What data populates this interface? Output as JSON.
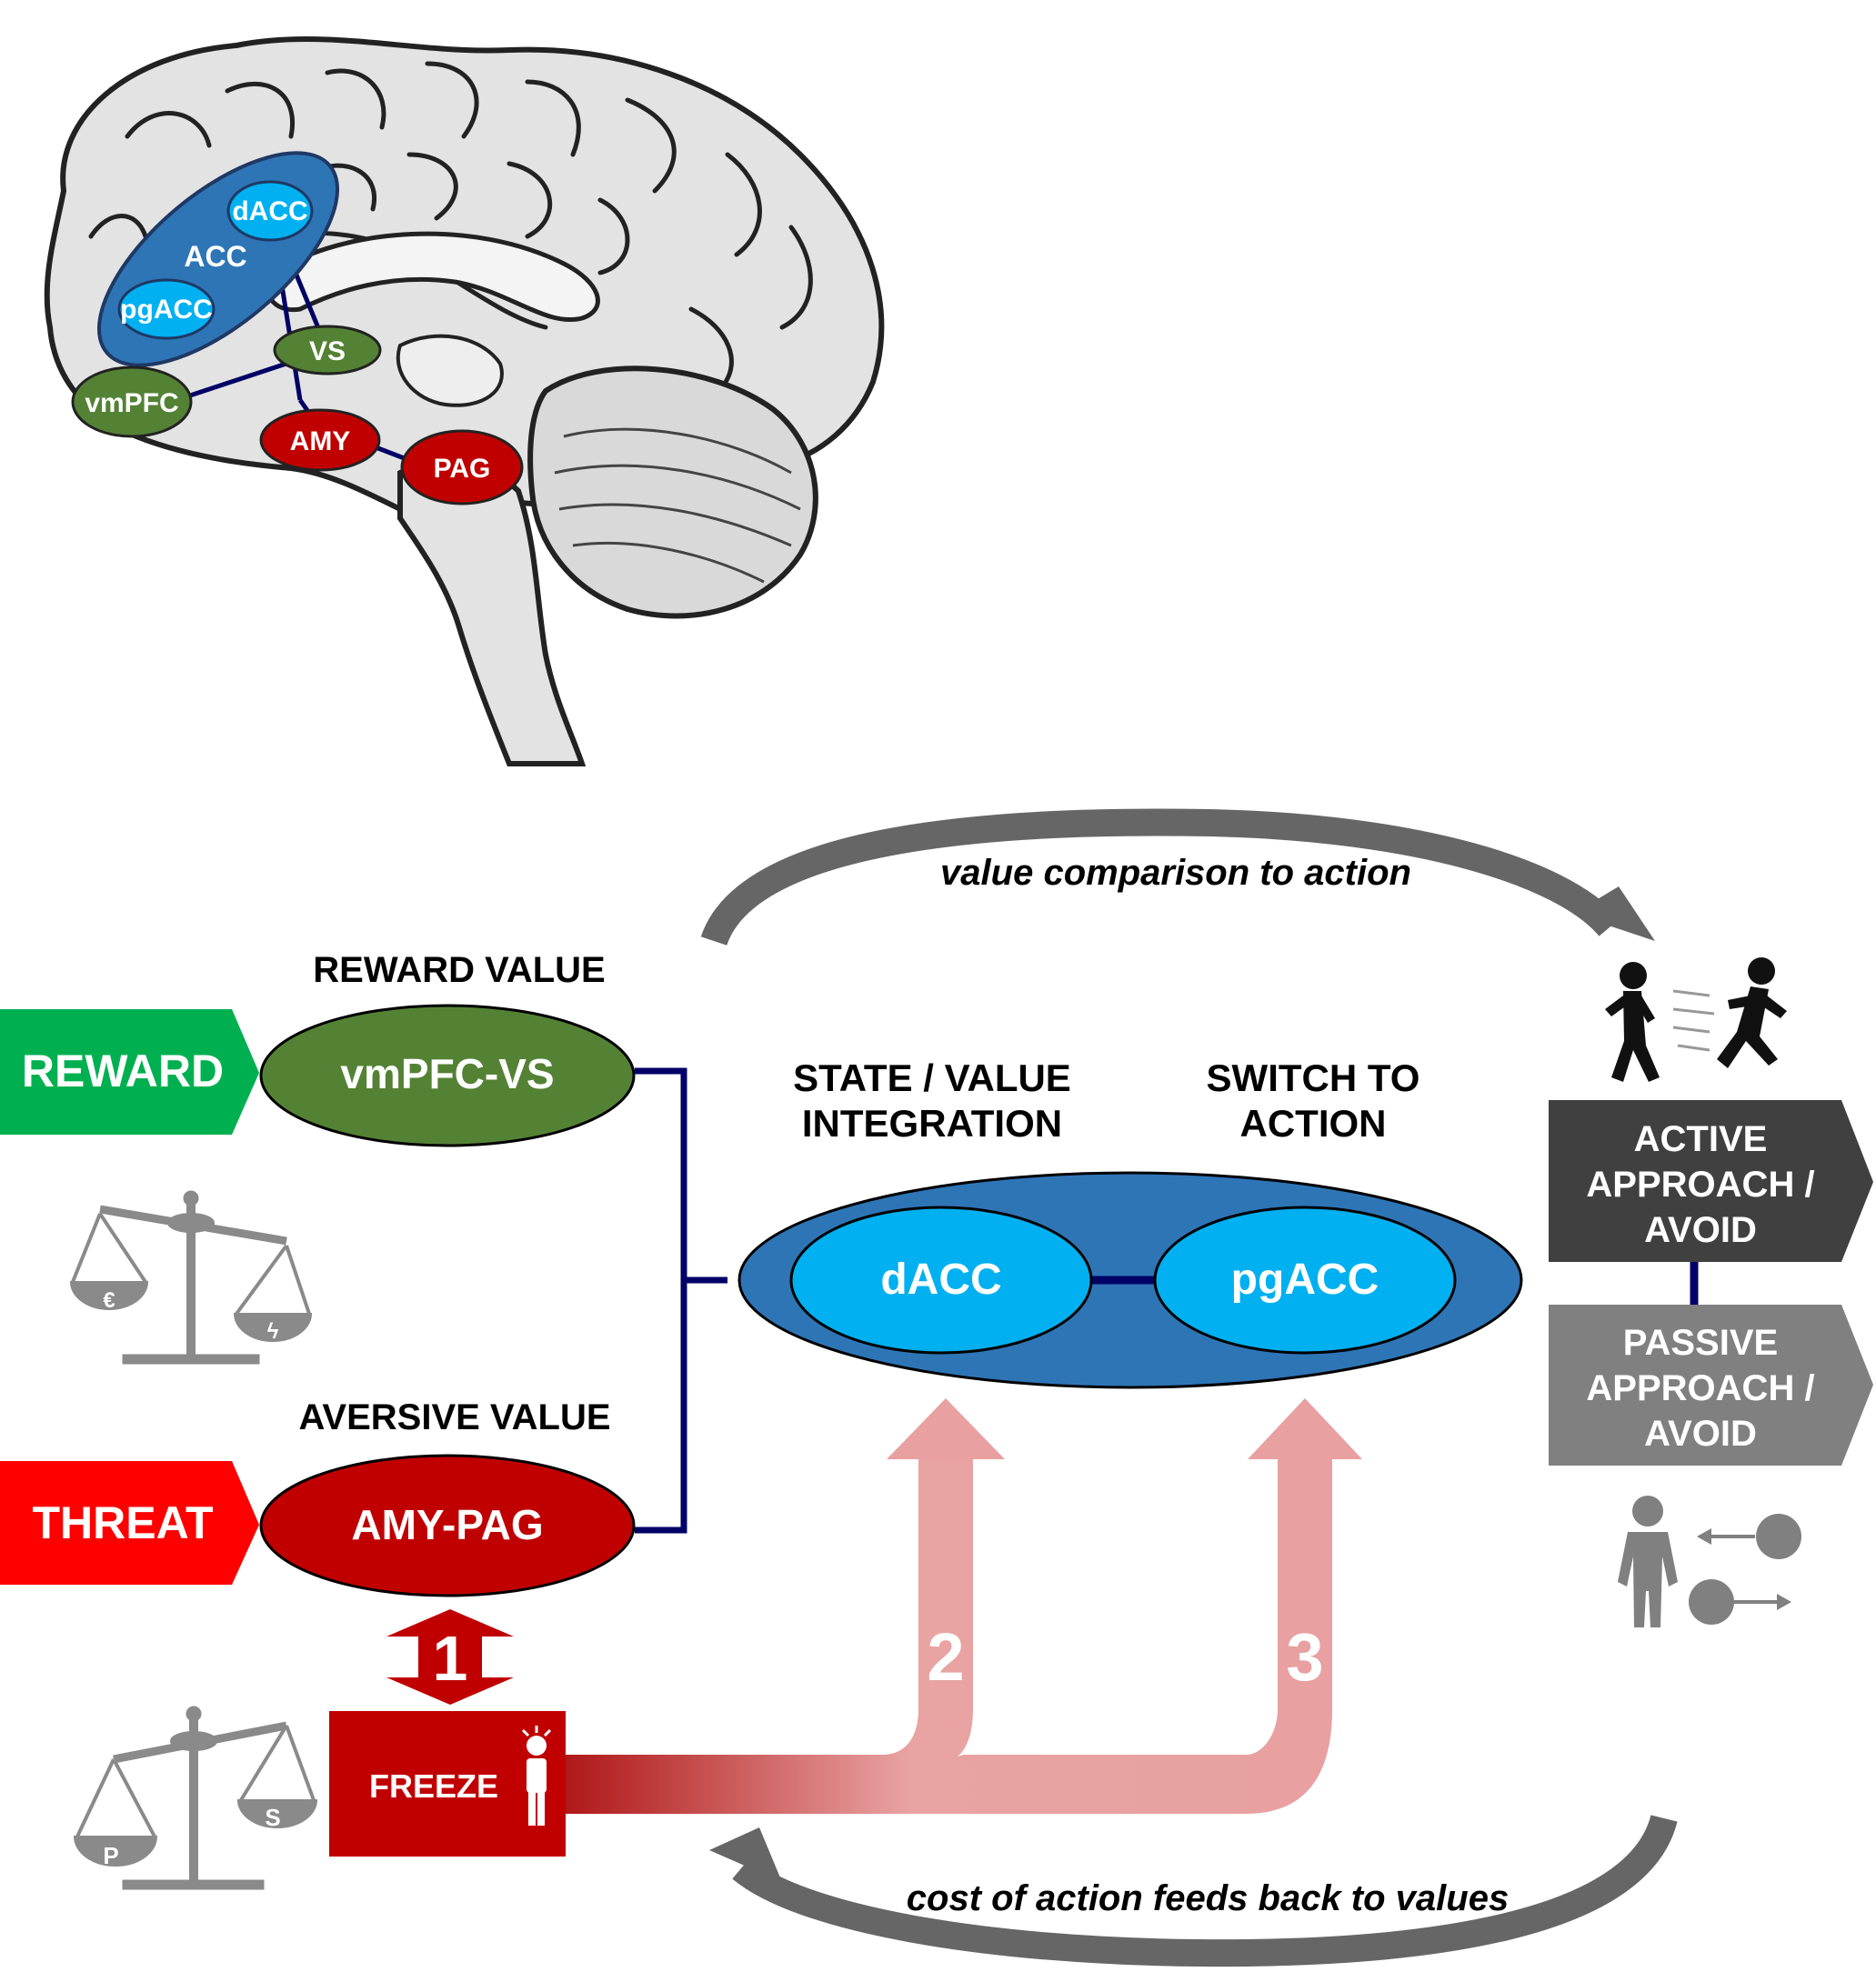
{
  "brain": {
    "acc": "ACC",
    "dacc": "dACC",
    "pgacc": "pgACC",
    "vs": "VS",
    "vmpfc": "vmPFC",
    "amy": "AMY",
    "pag": "PAG"
  },
  "top_arrow_label": "value comparison to action",
  "bottom_arrow_label": "cost of action feeds back to values",
  "reward": {
    "input": "REWARD",
    "heading": "REWARD VALUE",
    "region": "vmPFC-VS"
  },
  "threat": {
    "input": "THREAT",
    "heading": "AVERSIVE VALUE",
    "region": "AMY-PAG"
  },
  "integration": {
    "heading_line1": "STATE / VALUE",
    "heading_line2": "INTEGRATION",
    "region": "dACC"
  },
  "switch": {
    "heading_line1": "SWITCH TO",
    "heading_line2": "ACTION",
    "region": "pgACC"
  },
  "active": {
    "line1": "ACTIVE",
    "line2": "APPROACH /",
    "line3": "AVOID"
  },
  "passive": {
    "line1": "PASSIVE",
    "line2": "APPROACH /",
    "line3": "AVOID"
  },
  "freeze": "FREEZE",
  "steps": {
    "one": "1",
    "two": "2",
    "three": "3"
  },
  "scale_top": {
    "left": "€",
    "right": "ϟ"
  },
  "scale_bottom": {
    "left": "P",
    "right": "S"
  },
  "colors": {
    "reward_green": "#00b050",
    "region_green": "#548235",
    "threat_red": "#ff0000",
    "region_red": "#c00000",
    "acc_blue": "#2e75b6",
    "subregion_cyan": "#00b0f0",
    "line_navy": "#000066",
    "active_dark": "#404040",
    "passive_grey": "#808080",
    "feedback_pink": "#e8a0a0"
  }
}
